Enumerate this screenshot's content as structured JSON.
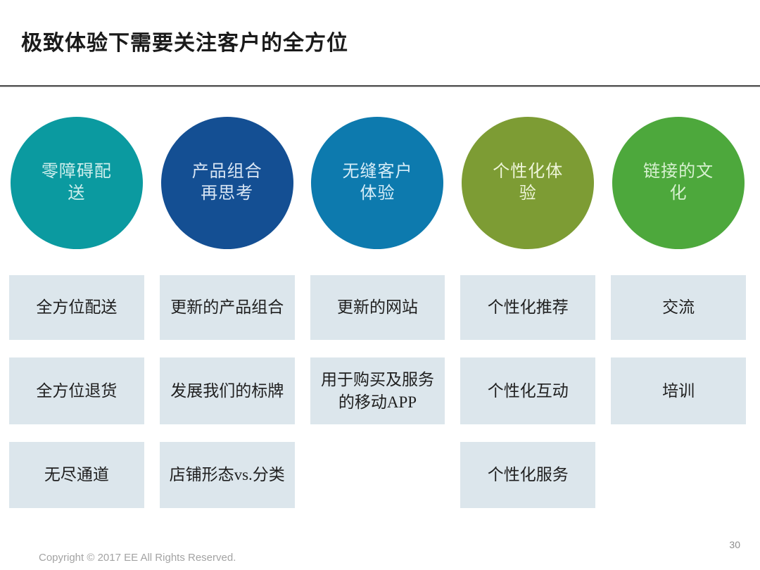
{
  "slide": {
    "title": "极致体验下需要关注客户的全方位",
    "footer": {
      "copyright": "Copyright © 2017 EE All Rights Reserved.",
      "page_number": "30"
    },
    "colors": {
      "box_background": "#dce6ec",
      "divider": "#4d4d4d",
      "title_text": "#1a1a1a",
      "box_text": "#1f1f1f",
      "footer_text": "#a3a3a3"
    }
  },
  "columns": [
    {
      "circle": {
        "label": "零障碍配送",
        "fill": "#0b9aa0",
        "text_color": "#cdeeec"
      },
      "boxes": [
        "全方位配送",
        "全方位退货",
        "无尽通道"
      ]
    },
    {
      "circle": {
        "label": "产品组合再思考",
        "fill": "#144f93",
        "text_color": "#d9e6f4"
      },
      "boxes": [
        "更新的产品组合",
        "发展我们的标牌",
        "店铺形态vs.分类"
      ]
    },
    {
      "circle": {
        "label": "无缝客户体验",
        "fill": "#0d7aae",
        "text_color": "#d6edf8"
      },
      "boxes": [
        "更新的网站",
        "用于购买及服务的移动APP",
        ""
      ]
    },
    {
      "circle": {
        "label": "个性化体验",
        "fill": "#7d9c34",
        "text_color": "#eef5d9"
      },
      "boxes": [
        "个性化推荐",
        "个性化互动",
        "个性化服务"
      ]
    },
    {
      "circle": {
        "label": "链接的文化",
        "fill": "#4da83c",
        "text_color": "#d7f1d0"
      },
      "boxes": [
        "交流",
        "培训",
        ""
      ]
    }
  ]
}
